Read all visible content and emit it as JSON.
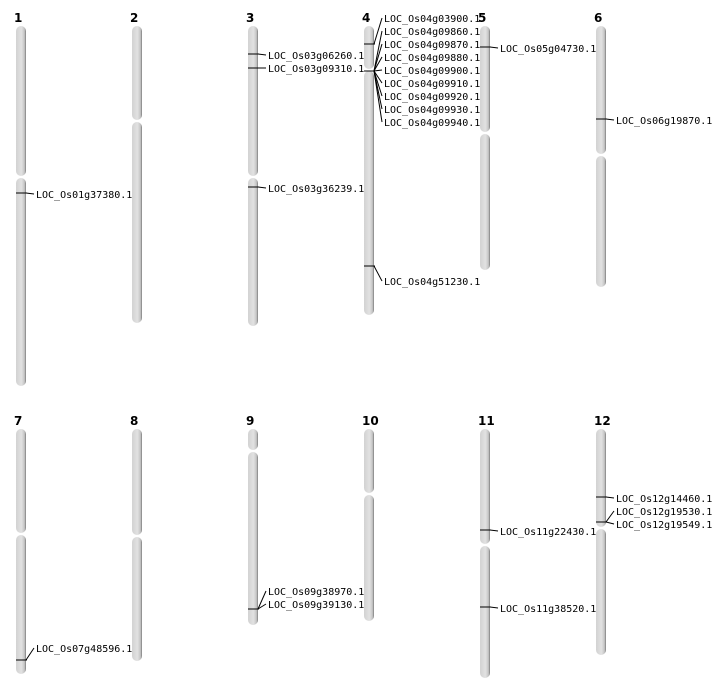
{
  "title": "Chromosome gene location map",
  "chromosomes": [
    {
      "name": "1",
      "genes": [
        "LOC_Os01g37380.1"
      ]
    },
    {
      "name": "2",
      "genes": []
    },
    {
      "name": "3",
      "genes": [
        "LOC_Os03g06260.1",
        "LOC_Os03g09310.1",
        "LOC_Os03g36239.1"
      ]
    },
    {
      "name": "4",
      "genes": [
        "LOC_Os04g03900.1",
        "LOC_Os04g09860.1",
        "LOC_Os04g09870.1",
        "LOC_Os04g09880.1",
        "LOC_Os04g09900.1",
        "LOC_Os04g09910.1",
        "LOC_Os04g09920.1",
        "LOC_Os04g09930.1",
        "LOC_Os04g09940.1",
        "LOC_Os04g51230.1"
      ]
    },
    {
      "name": "5",
      "genes": [
        "LOC_Os05g04730.1"
      ]
    },
    {
      "name": "6",
      "genes": [
        "LOC_Os06g19870.1"
      ]
    },
    {
      "name": "7",
      "genes": [
        "LOC_Os07g48596.1"
      ]
    },
    {
      "name": "8",
      "genes": []
    },
    {
      "name": "9",
      "genes": [
        "LOC_Os09g38970.1",
        "LOC_Os09g39130.1"
      ]
    },
    {
      "name": "10",
      "genes": []
    },
    {
      "name": "11",
      "genes": [
        "LOC_Os11g22430.1",
        "LOC_Os11g38520.1"
      ]
    },
    {
      "name": "12",
      "genes": [
        "LOC_Os12g14460.1",
        "LOC_Os12g19530.1",
        "LOC_Os12g19549.1"
      ]
    }
  ],
  "colors": {
    "chromosome_light": "#e6e6e6",
    "chromosome_dark": "#9a9a9a",
    "line": "#000000"
  }
}
